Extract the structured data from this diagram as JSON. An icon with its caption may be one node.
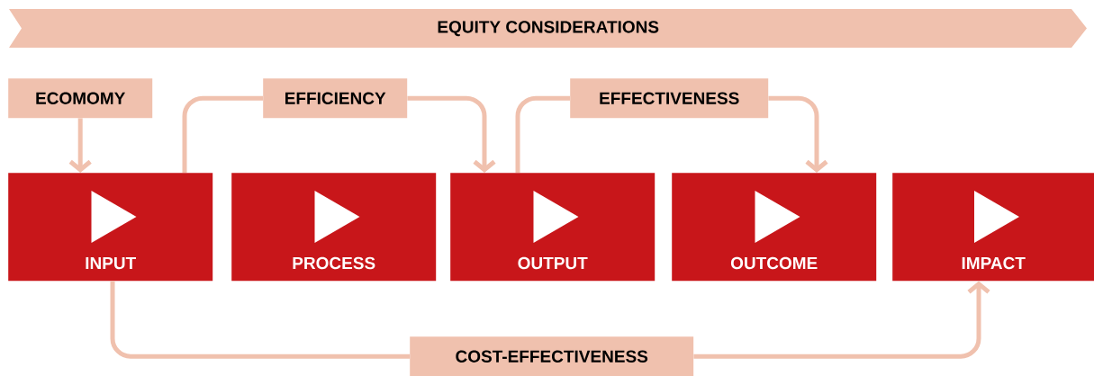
{
  "diagram": {
    "nodes": [
      {
        "text": [
          "EQUITY CONSIDERATIONS"
        ]
      },
      {
        "text": [
          "ECOMOMY"
        ]
      },
      {
        "text": [
          "EFFICIENCY"
        ]
      },
      {
        "text": [
          "EFFECTIVENESS"
        ]
      },
      {
        "text": [
          "INPUT"
        ]
      },
      {
        "text": [
          "PROCESS"
        ]
      },
      {
        "text": [
          "OUTPUT"
        ]
      },
      {
        "text": [
          "OUTCOME"
        ]
      },
      {
        "text": [
          "IMPACT"
        ]
      },
      {
        "text": [
          "COST-EFFECTIVENESS"
        ]
      }
    ],
    "edges": [
      {
        "from": 1,
        "to": 4,
        "arrow": "to"
      },
      {
        "from": 4,
        "to": 2,
        "arrow": "none"
      },
      {
        "from": 2,
        "to": 6,
        "arrow": "to"
      },
      {
        "from": 6,
        "to": 3,
        "arrow": "none"
      },
      {
        "from": 3,
        "to": 7,
        "arrow": "to"
      },
      {
        "from": 4,
        "to": 9,
        "arrow": "none"
      },
      {
        "from": 9,
        "to": 8,
        "arrow": "to"
      }
    ]
  }
}
